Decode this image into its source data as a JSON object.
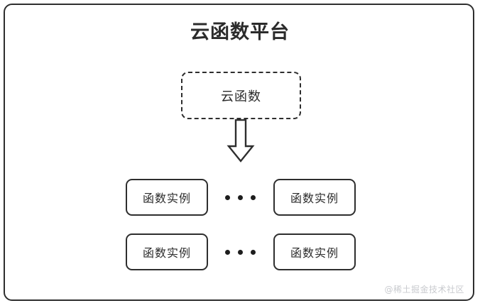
{
  "diagram": {
    "title": "云函数平台",
    "platform_box": {
      "label": "云函数",
      "style": "dashed"
    },
    "arrow": {
      "name": "down-block-arrow",
      "direction": "down"
    },
    "instance_rows": [
      {
        "left_label": "函数实例",
        "ellipsis": "...",
        "right_label": "函数实例"
      },
      {
        "left_label": "函数实例",
        "ellipsis": "...",
        "right_label": "函数实例"
      }
    ],
    "watermark": "@稀土掘金技术社区",
    "colors": {
      "stroke": "#2e2e2e",
      "text": "#2b2b2b",
      "background": "#ffffff",
      "watermark": "#c9cbcf"
    }
  }
}
